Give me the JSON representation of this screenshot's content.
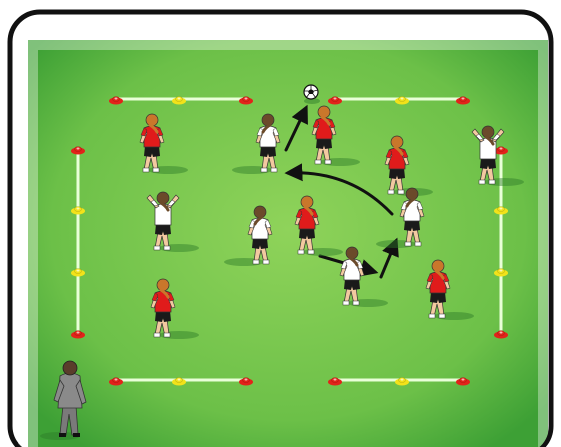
{
  "drill": {
    "teams": {
      "red": {
        "shirt": "#e01b1b",
        "shorts": "#1a1a1a",
        "hair": "#c9772b"
      },
      "white": {
        "shirt": "#ffffff",
        "shorts": "#1a1a1a",
        "hair": "#6b4a2a"
      }
    },
    "colors": {
      "frame": "#111111",
      "grass_light": "#8fd35a",
      "grass_dark": "#3da035",
      "boundary_line": "#e9ffd8",
      "cone_red": "#e2231a",
      "cone_yellow": "#f2e21a",
      "arrow": "#111111",
      "coach_outfit": "#8a8a8a"
    },
    "players": [
      {
        "id": "red-top-left",
        "team": "red",
        "pose": "run"
      },
      {
        "id": "red-left-lower",
        "team": "red",
        "pose": "run"
      },
      {
        "id": "white-left-arms-up",
        "team": "white",
        "pose": "arms-up"
      },
      {
        "id": "white-passer-top",
        "team": "white",
        "pose": "run"
      },
      {
        "id": "red-chaser-top",
        "team": "red",
        "pose": "run"
      },
      {
        "id": "white-center-left",
        "team": "white",
        "pose": "run"
      },
      {
        "id": "red-center",
        "team": "red",
        "pose": "run"
      },
      {
        "id": "white-center-low",
        "team": "white",
        "pose": "run"
      },
      {
        "id": "red-center-right",
        "team": "red",
        "pose": "run"
      },
      {
        "id": "white-right-passer",
        "team": "white",
        "pose": "run"
      },
      {
        "id": "red-right-low",
        "team": "red",
        "pose": "run"
      },
      {
        "id": "white-right-arms-up",
        "team": "white",
        "pose": "arms-up"
      }
    ],
    "arrows": [
      {
        "id": "pass-to-ball",
        "style": "straight"
      },
      {
        "id": "pass-curved-left",
        "style": "curved"
      },
      {
        "id": "run-center",
        "style": "straight"
      },
      {
        "id": "pass-up-right",
        "style": "straight"
      }
    ],
    "coach": {
      "id": "coach",
      "position_word": "bottom-left"
    },
    "ball": {
      "id": "soccer-ball"
    }
  }
}
